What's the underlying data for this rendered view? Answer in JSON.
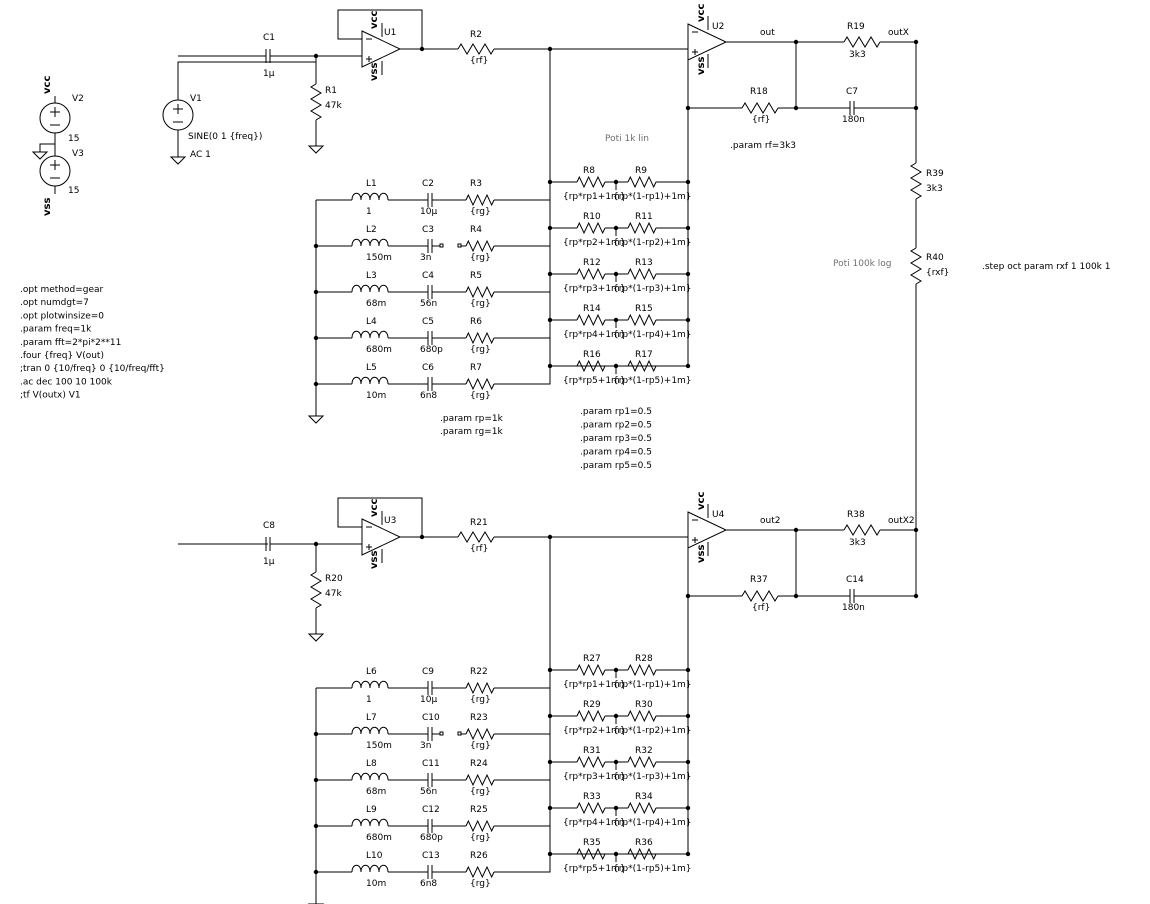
{
  "supplies": {
    "v2": {
      "name": "V2",
      "value": "15",
      "rail": "vcc"
    },
    "v3": {
      "name": "V3",
      "value": "15",
      "rail": "vss"
    }
  },
  "source": {
    "name": "V1",
    "spec": "SINE(0 1 {freq})",
    "ac": "AC 1"
  },
  "directives_left": [
    ".opt method=gear",
    ".opt numdgt=7",
    ".opt plotwinsize=0",
    ".param freq=1k",
    ".param fft=2*pi*2**11",
    ".four {freq} V(out)",
    ";tran 0 {10/freq} 0 {10/freq/fft}",
    ".ac dec 100 10 100k",
    ";tf V(outx) V1"
  ],
  "directive_rprg": [
    ".param rp=1k",
    ".param rg=1k"
  ],
  "directive_rp": [
    ".param rp1=0.5",
    ".param rp2=0.5",
    ".param rp3=0.5",
    ".param rp4=0.5",
    ".param rp5=0.5"
  ],
  "directive_rf": ".param rf=3k3",
  "directive_step": ".step oct param rxf 1 100k 1",
  "poti_lin": "Poti 1k lin",
  "poti_log": "Poti 100k log",
  "rails": {
    "vcc": "vcc",
    "vss": "vss"
  },
  "top": {
    "c_in": {
      "name": "C1",
      "value": "1µ"
    },
    "r_in": {
      "name": "R1",
      "value": "47k"
    },
    "buffer": "U1",
    "r_f": {
      "name": "R2",
      "value": "{rf}"
    },
    "opamp": "U2",
    "net_out": "out",
    "r_out": {
      "name": "R19",
      "value": "3k3"
    },
    "net_outx": "outX",
    "r_fb": {
      "name": "R18",
      "value": "{rf}"
    },
    "c_fb": {
      "name": "C7",
      "value": "180n"
    },
    "filters": [
      {
        "l": "L1",
        "lv": "1",
        "c": "C2",
        "cv": "10µ",
        "r": "R3",
        "rv": "{rg}",
        "ra": "R8",
        "rav": "{rp*rp1+1m}",
        "rb": "R9",
        "rbv": "{rp*(1-rp1)+1m}"
      },
      {
        "l": "L2",
        "lv": "150m",
        "c": "C3",
        "cv": "3n",
        "r": "R4",
        "rv": "{rg}",
        "ra": "R10",
        "rav": "{rp*rp2+1m}",
        "rb": "R11",
        "rbv": "{rp*(1-rp2)+1m}"
      },
      {
        "l": "L3",
        "lv": "68m",
        "c": "C4",
        "cv": "56n",
        "r": "R5",
        "rv": "{rg}",
        "ra": "R12",
        "rav": "{rp*rp3+1m}",
        "rb": "R13",
        "rbv": "{rp*(1-rp3)+1m}"
      },
      {
        "l": "L4",
        "lv": "680m",
        "c": "C5",
        "cv": "680p",
        "r": "R6",
        "rv": "{rg}",
        "ra": "R14",
        "rav": "{rp*rp4+1m}",
        "rb": "R15",
        "rbv": "{rp*(1-rp4)+1m}"
      },
      {
        "l": "L5",
        "lv": "10m",
        "c": "C6",
        "cv": "6n8",
        "r": "R7",
        "rv": "{rg}",
        "ra": "R16",
        "rav": "{rp*rp5+1m}",
        "rb": "R17",
        "rbv": "{rp*(1-rp5)+1m}"
      }
    ]
  },
  "bottom": {
    "c_in": {
      "name": "C8",
      "value": "1µ"
    },
    "r_in": {
      "name": "R20",
      "value": "47k"
    },
    "buffer": "U3",
    "r_f": {
      "name": "R21",
      "value": "{rf}"
    },
    "opamp": "U4",
    "net_out": "out2",
    "r_out": {
      "name": "R38",
      "value": "3k3"
    },
    "net_outx": "outX2",
    "r_fb": {
      "name": "R37",
      "value": "{rf}"
    },
    "c_fb": {
      "name": "C14",
      "value": "180n"
    },
    "filters": [
      {
        "l": "L6",
        "lv": "1",
        "c": "C9",
        "cv": "10µ",
        "r": "R22",
        "rv": "{rg}",
        "ra": "R27",
        "rav": "{rp*rp1+1m}",
        "rb": "R28",
        "rbv": "{rp*(1-rp1)+1m}"
      },
      {
        "l": "L7",
        "lv": "150m",
        "c": "C10",
        "cv": "3n",
        "r": "R23",
        "rv": "{rg}",
        "ra": "R29",
        "rav": "{rp*rp2+1m}",
        "rb": "R30",
        "rbv": "{rp*(1-rp2)+1m}"
      },
      {
        "l": "L8",
        "lv": "68m",
        "c": "C11",
        "cv": "56n",
        "r": "R24",
        "rv": "{rg}",
        "ra": "R31",
        "rav": "{rp*rp3+1m}",
        "rb": "R32",
        "rbv": "{rp*(1-rp3)+1m}"
      },
      {
        "l": "L9",
        "lv": "680m",
        "c": "C12",
        "cv": "680p",
        "r": "R25",
        "rv": "{rg}",
        "ra": "R33",
        "rav": "{rp*rp4+1m}",
        "rb": "R34",
        "rbv": "{rp*(1-rp4)+1m}"
      },
      {
        "l": "L10",
        "lv": "10m",
        "c": "C13",
        "cv": "6n8",
        "r": "R26",
        "rv": "{rg}",
        "ra": "R35",
        "rav": "{rp*rp5+1m}",
        "rb": "R36",
        "rbv": "{rp*(1-rp5)+1m}"
      }
    ]
  },
  "pot": {
    "r39": {
      "name": "R39",
      "value": "3k3"
    },
    "r40": {
      "name": "R40",
      "value": "{rxf}"
    }
  }
}
